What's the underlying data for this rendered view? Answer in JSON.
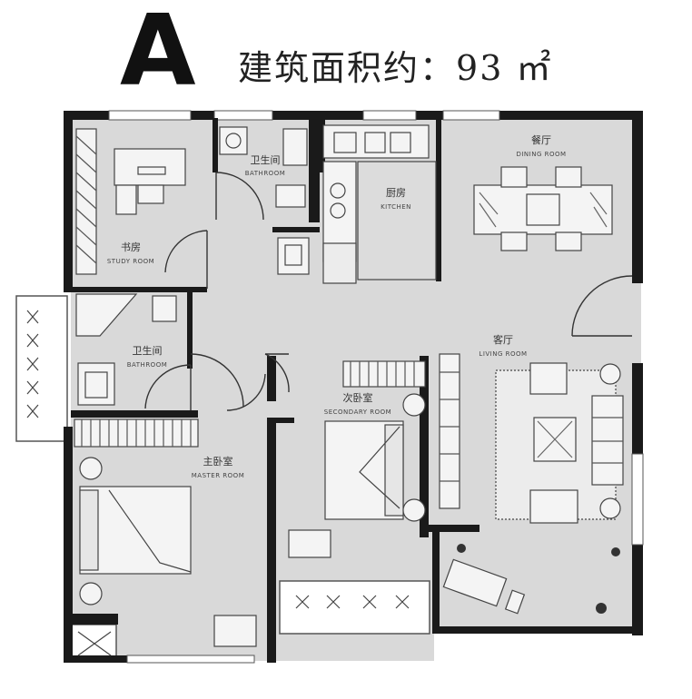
{
  "header": {
    "unit_letter": "A",
    "area_label": "建筑面积约：",
    "area_value": "93",
    "area_unit": "㎡"
  },
  "rooms": {
    "study": {
      "cn": "书房",
      "en": "STUDY ROOM"
    },
    "bathroom_top": {
      "cn": "卫生间",
      "en": "BATHROOM"
    },
    "kitchen": {
      "cn": "厨房",
      "en": "KITCHEN"
    },
    "dining": {
      "cn": "餐厅",
      "en": "DINING ROOM"
    },
    "bathroom_mid": {
      "cn": "卫生间",
      "en": "BATHROOM"
    },
    "living": {
      "cn": "客厅",
      "en": "LIVING ROOM"
    },
    "secondary": {
      "cn": "次卧室",
      "en": "SECONDARY ROOM"
    },
    "master": {
      "cn": "主卧室",
      "en": "MASTER ROOM"
    }
  },
  "colors": {
    "floor": "#d9d9d9",
    "wall": "#1a1a1a",
    "window": "#ffffff",
    "furniture": "#f4f4f4"
  }
}
